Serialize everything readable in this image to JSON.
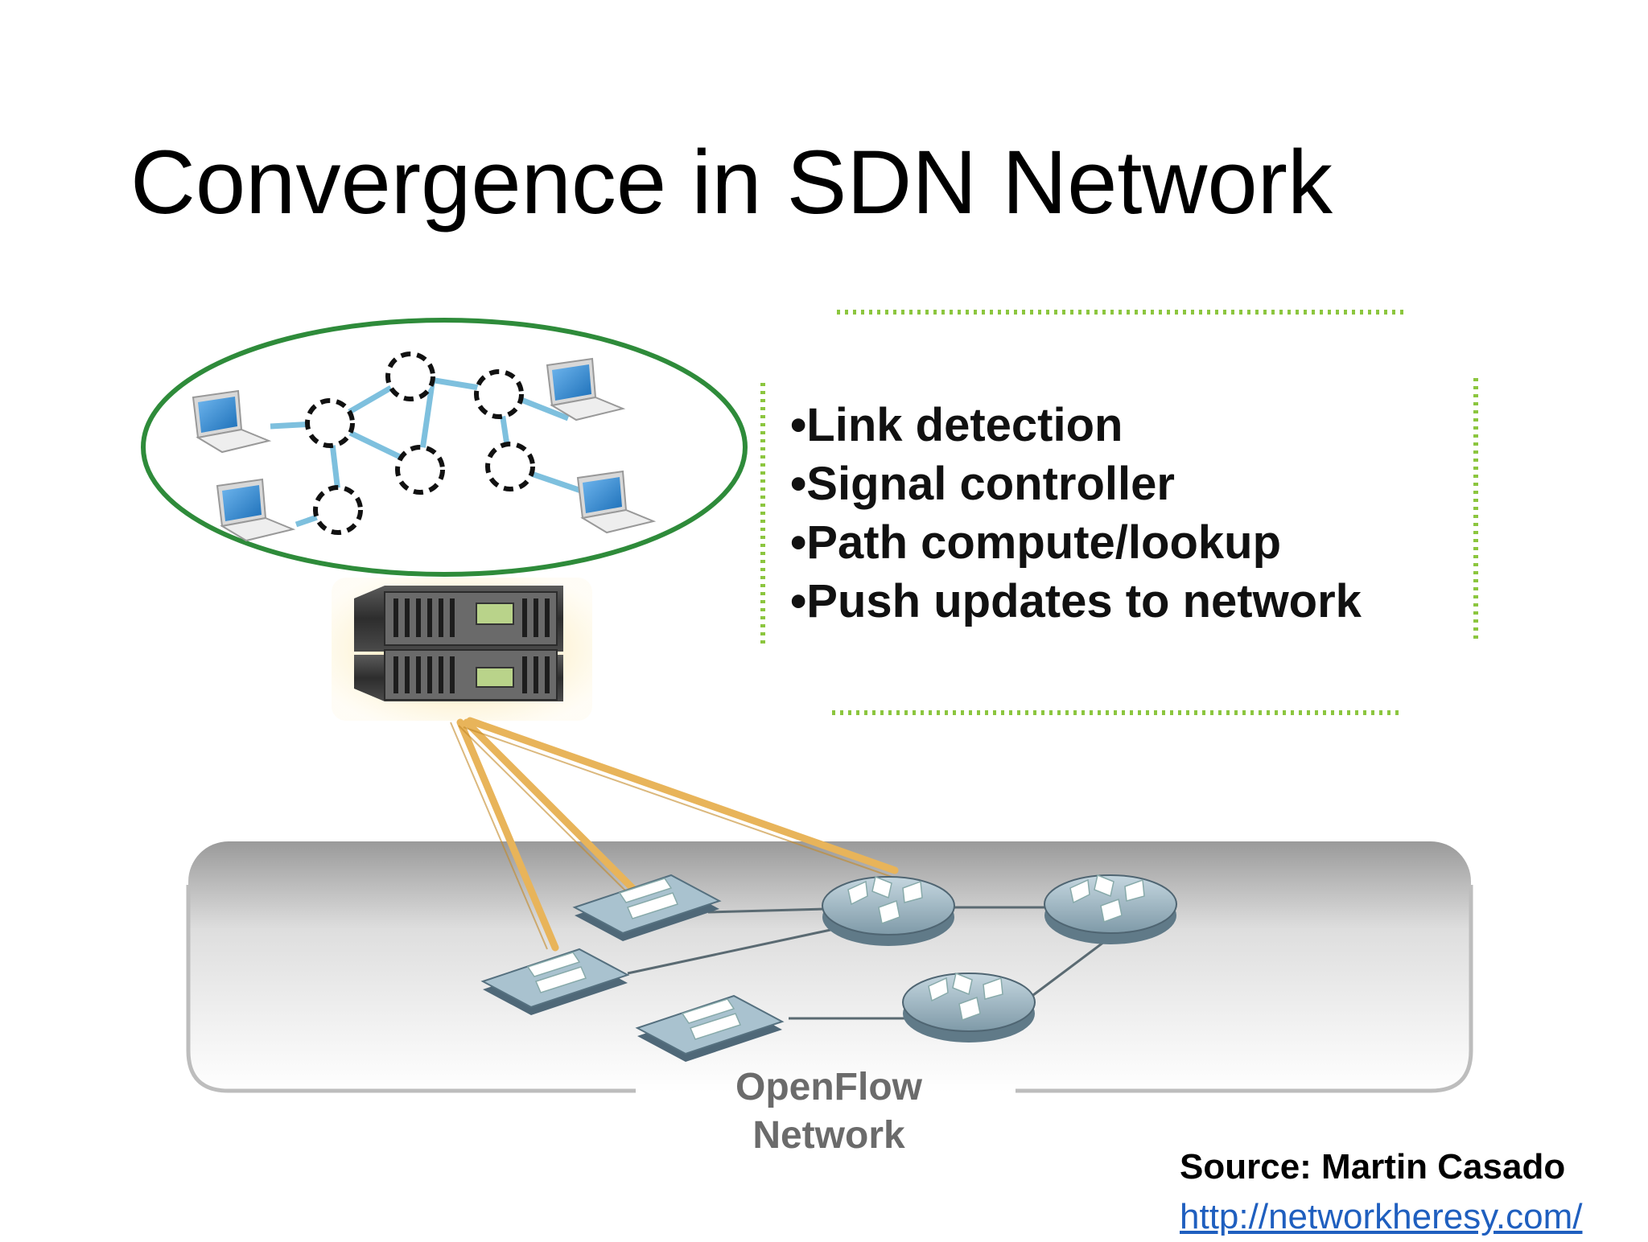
{
  "slide": {
    "title": "Convergence in SDN Network"
  },
  "bullets": [
    "•Link detection",
    "•Signal controller",
    "•Path compute/lookup",
    "•Push updates to network"
  ],
  "network_label": {
    "line1": "OpenFlow",
    "line2": "Network"
  },
  "source": {
    "label": "Source: Martin Casado",
    "link": "http://networkheresy.com/"
  },
  "colors": {
    "ellipse_border": "#2e8b3a",
    "dotted_border": "#8cc63f",
    "controller_links": "#e8b45a",
    "laptop_screen": "#3a8fd6",
    "link_text": "#1f5fbf",
    "switch_face": "#a9c2cf"
  },
  "icons": {
    "laptop": "laptop-icon",
    "node": "dashed-node-icon",
    "server": "server-icon",
    "switch": "openflow-switch-icon",
    "router": "router-icon"
  }
}
